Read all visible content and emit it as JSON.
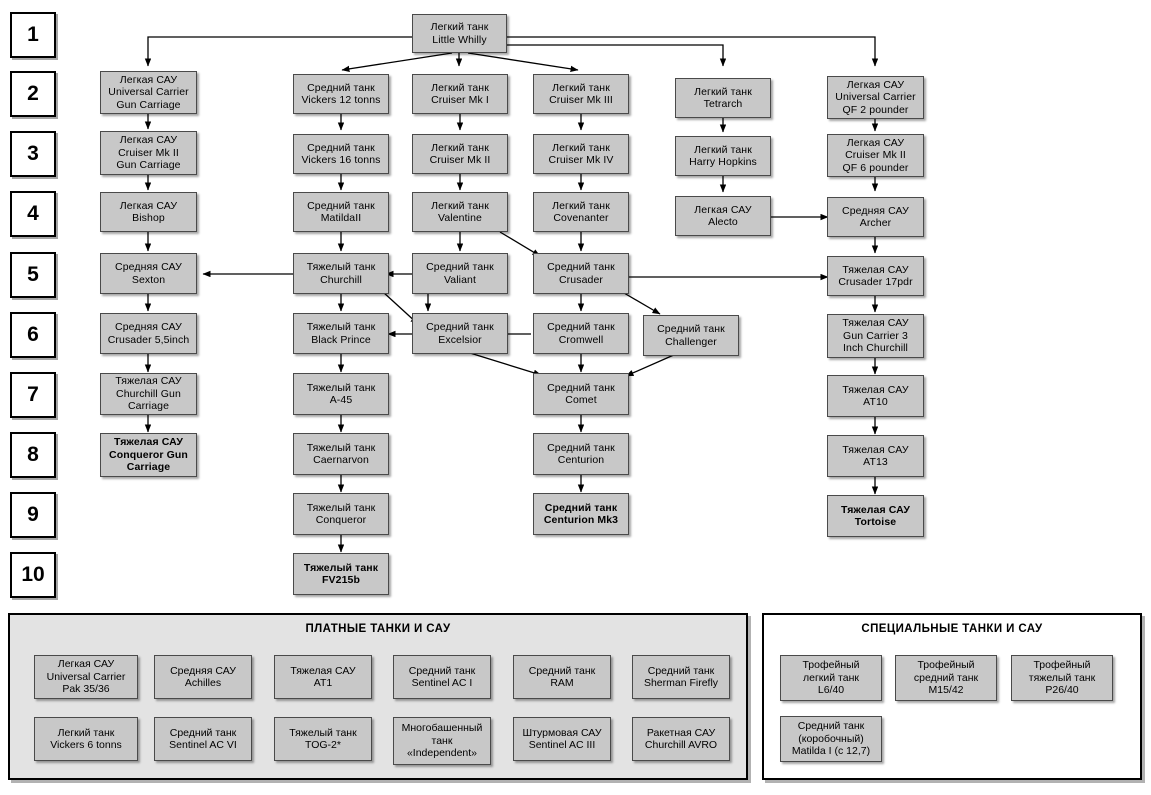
{
  "tiers": [
    "1",
    "2",
    "3",
    "4",
    "5",
    "6",
    "7",
    "8",
    "9",
    "10"
  ],
  "nodes": {
    "little_whilly": {
      "lines": [
        "Легкий танк",
        "Little Whilly"
      ],
      "bold": false
    },
    "uc_gun_carriage": {
      "lines": [
        "Легкая САУ",
        "Universal Carrier",
        "Gun Carriage"
      ],
      "bold": false
    },
    "cruiser_mk2_gc": {
      "lines": [
        "Легкая САУ",
        "Cruiser Mk II",
        "Gun Carriage"
      ],
      "bold": false
    },
    "bishop": {
      "lines": [
        "Легкая САУ",
        "Bishop"
      ],
      "bold": false
    },
    "sexton": {
      "lines": [
        "Средняя САУ",
        "Sexton"
      ],
      "bold": false
    },
    "crusader_55inch": {
      "lines": [
        "Средняя САУ",
        "Crusader 5,5inch"
      ],
      "bold": false
    },
    "churchill_gc": {
      "lines": [
        "Тяжелая САУ",
        "Churchill Gun",
        "Carriage"
      ],
      "bold": false
    },
    "conqueror_gc": {
      "lines": [
        "Тяжелая САУ",
        "Conqueror Gun",
        "Carriage"
      ],
      "bold": true
    },
    "vickers12": {
      "lines": [
        "Средний танк",
        "Vickers 12 tonns"
      ],
      "bold": false
    },
    "vickers16": {
      "lines": [
        "Средний танк",
        "Vickers 16 tonns"
      ],
      "bold": false
    },
    "matilda2": {
      "lines": [
        "Средний танк",
        "MatildaII"
      ],
      "bold": false
    },
    "churchill": {
      "lines": [
        "Тяжелый танк",
        "Churchill"
      ],
      "bold": false
    },
    "black_prince": {
      "lines": [
        "Тяжелый танк",
        "Black Prince"
      ],
      "bold": false
    },
    "a45": {
      "lines": [
        "Тяжелый танк",
        "A-45"
      ],
      "bold": false
    },
    "caernarvon": {
      "lines": [
        "Тяжелый танк",
        "Caernarvon"
      ],
      "bold": false
    },
    "conqueror": {
      "lines": [
        "Тяжелый танк",
        "Conqueror"
      ],
      "bold": false
    },
    "fv215b": {
      "lines": [
        "Тяжелый танк",
        "FV215b"
      ],
      "bold": true
    },
    "cruiser_mk1": {
      "lines": [
        "Легкий танк",
        "Cruiser Mk I"
      ],
      "bold": false
    },
    "cruiser_mk2": {
      "lines": [
        "Легкий танк",
        "Cruiser Mk II"
      ],
      "bold": false
    },
    "valentine": {
      "lines": [
        "Легкий танк",
        "Valentine"
      ],
      "bold": false
    },
    "valiant": {
      "lines": [
        "Средний танк",
        "Valiant"
      ],
      "bold": false
    },
    "excelsior": {
      "lines": [
        "Средний танк",
        "Excelsior"
      ],
      "bold": false
    },
    "cruiser_mk3": {
      "lines": [
        "Легкий танк",
        "Cruiser Mk III"
      ],
      "bold": false
    },
    "cruiser_mk4": {
      "lines": [
        "Легкий танк",
        "Cruiser Mk IV"
      ],
      "bold": false
    },
    "covenanter": {
      "lines": [
        "Легкий танк",
        "Covenanter"
      ],
      "bold": false
    },
    "crusader": {
      "lines": [
        "Средний танк",
        "Crusader"
      ],
      "bold": false
    },
    "cromwell": {
      "lines": [
        "Средний танк",
        "Cromwell"
      ],
      "bold": false
    },
    "comet": {
      "lines": [
        "Средний танк",
        "Comet"
      ],
      "bold": false
    },
    "centurion": {
      "lines": [
        "Средний танк",
        "Centurion"
      ],
      "bold": false
    },
    "centurion_mk3": {
      "lines": [
        "Средний танк",
        "Centurion Mk3"
      ],
      "bold": true
    },
    "challenger": {
      "lines": [
        "Средний танк",
        "Challenger"
      ],
      "bold": false
    },
    "tetrarch": {
      "lines": [
        "Легкий танк",
        "Tetrarch"
      ],
      "bold": false
    },
    "harry_hopkins": {
      "lines": [
        "Легкий танк",
        "Harry Hopkins"
      ],
      "bold": false
    },
    "alecto": {
      "lines": [
        "Легкая САУ",
        "Alecto"
      ],
      "bold": false
    },
    "uc_qf2": {
      "lines": [
        "Легкая САУ",
        "Universal Carrier",
        "QF 2 pounder"
      ],
      "bold": false
    },
    "cruiser_mk2_qf6": {
      "lines": [
        "Легкая САУ",
        "Cruiser Mk II",
        "QF 6 pounder"
      ],
      "bold": false
    },
    "archer": {
      "lines": [
        "Средняя  САУ",
        "Archer"
      ],
      "bold": false
    },
    "crusader_17pdr": {
      "lines": [
        "Тяжелая  САУ",
        "Crusader 17pdr"
      ],
      "bold": false
    },
    "gun_carrier_3inch": {
      "lines": [
        "Тяжелая  САУ",
        "Gun Carrier 3",
        "Inch Churchill"
      ],
      "bold": false
    },
    "at10": {
      "lines": [
        "Тяжелая  САУ",
        "AT10"
      ],
      "bold": false
    },
    "at13": {
      "lines": [
        "Тяжелая  САУ",
        "AT13"
      ],
      "bold": false
    },
    "tortoise": {
      "lines": [
        "Тяжелая САУ",
        "Tortoise"
      ],
      "bold": true
    }
  },
  "panels": {
    "premium": {
      "title": "ПЛАТНЫЕ ТАНКИ И САУ",
      "items": [
        {
          "lines": [
            "Легкая  САУ",
            "Universal Carrier",
            "Pak 35/36"
          ]
        },
        {
          "lines": [
            "Средняя САУ",
            "Achilles"
          ]
        },
        {
          "lines": [
            "Тяжелая САУ",
            "AT1"
          ]
        },
        {
          "lines": [
            "Средний танк",
            "Sentinel AC I"
          ]
        },
        {
          "lines": [
            "Средний танк",
            "RAM"
          ]
        },
        {
          "lines": [
            "Средний  танк",
            "Sherman Firefly"
          ]
        },
        {
          "lines": [
            "Легкий танк",
            "Vickers 6 tonns"
          ]
        },
        {
          "lines": [
            "Средний танк",
            "Sentinel AC VI"
          ]
        },
        {
          "lines": [
            "Тяжелый танк",
            "TOG-2*"
          ]
        },
        {
          "lines": [
            "Многобашенный",
            "танк",
            "«Independent»"
          ]
        },
        {
          "lines": [
            "Штурмовая САУ",
            "Sentinel AC III"
          ]
        },
        {
          "lines": [
            "Ракетная САУ",
            "Churchill AVRO"
          ]
        }
      ]
    },
    "special": {
      "title": "СПЕЦИАЛЬНЫЕ ТАНКИ И САУ",
      "items": [
        {
          "lines": [
            "Трофейный",
            "легкий танк",
            "L6/40"
          ]
        },
        {
          "lines": [
            "Трофейный",
            "средний танк",
            "M15/42"
          ]
        },
        {
          "lines": [
            "Трофейный",
            "тяжелый танк",
            "P26/40"
          ]
        },
        {
          "lines": [
            "Средний  танк",
            "(коробочный)",
            "Matilda I (c 12,7)"
          ]
        }
      ]
    }
  },
  "colors": {
    "node_fill": "#c8c8c8",
    "node_border": "#4a4a4a",
    "panel_fill": "#e3e3e3",
    "page_bg": "#ffffff",
    "line": "#000000"
  }
}
